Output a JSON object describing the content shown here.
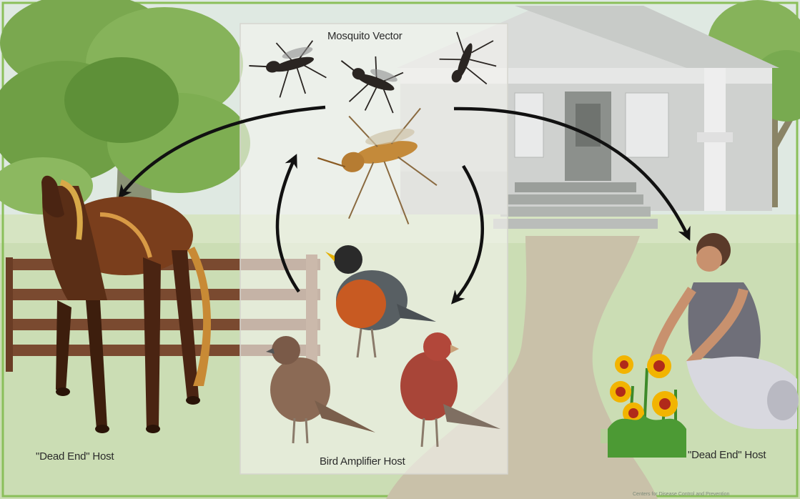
{
  "diagram": {
    "panel_label": "Mosquito Vector",
    "amplifier_label": "Bird Amplifier Host",
    "left_host_label": "\"Dead End\" Host",
    "right_host_label": "\"Dead End\" Host",
    "credit_text": "Centers for Disease Control and Prevention"
  },
  "colors": {
    "sky": "#dfe9e2",
    "grass": "#c9dcb2",
    "tree_foliage": "#78aa50",
    "tree_trunk": "#7a8a6a",
    "fence": "#7a4a30",
    "path": "#c7bfa8",
    "house": "#cfd1cf",
    "panel_overlay": "#f4f4ef",
    "arrow": "#111111",
    "horse": "#5a2e16",
    "robin_breast": "#c85a22",
    "finch": "#a84538",
    "sparrow": "#8b6a55",
    "flower": "#f2b400"
  },
  "icons": [
    "mosquito-icon",
    "horse-icon",
    "robin-icon",
    "finch-icon",
    "sparrow-icon",
    "person-icon",
    "flower-icon",
    "house-icon",
    "tree-icon"
  ]
}
